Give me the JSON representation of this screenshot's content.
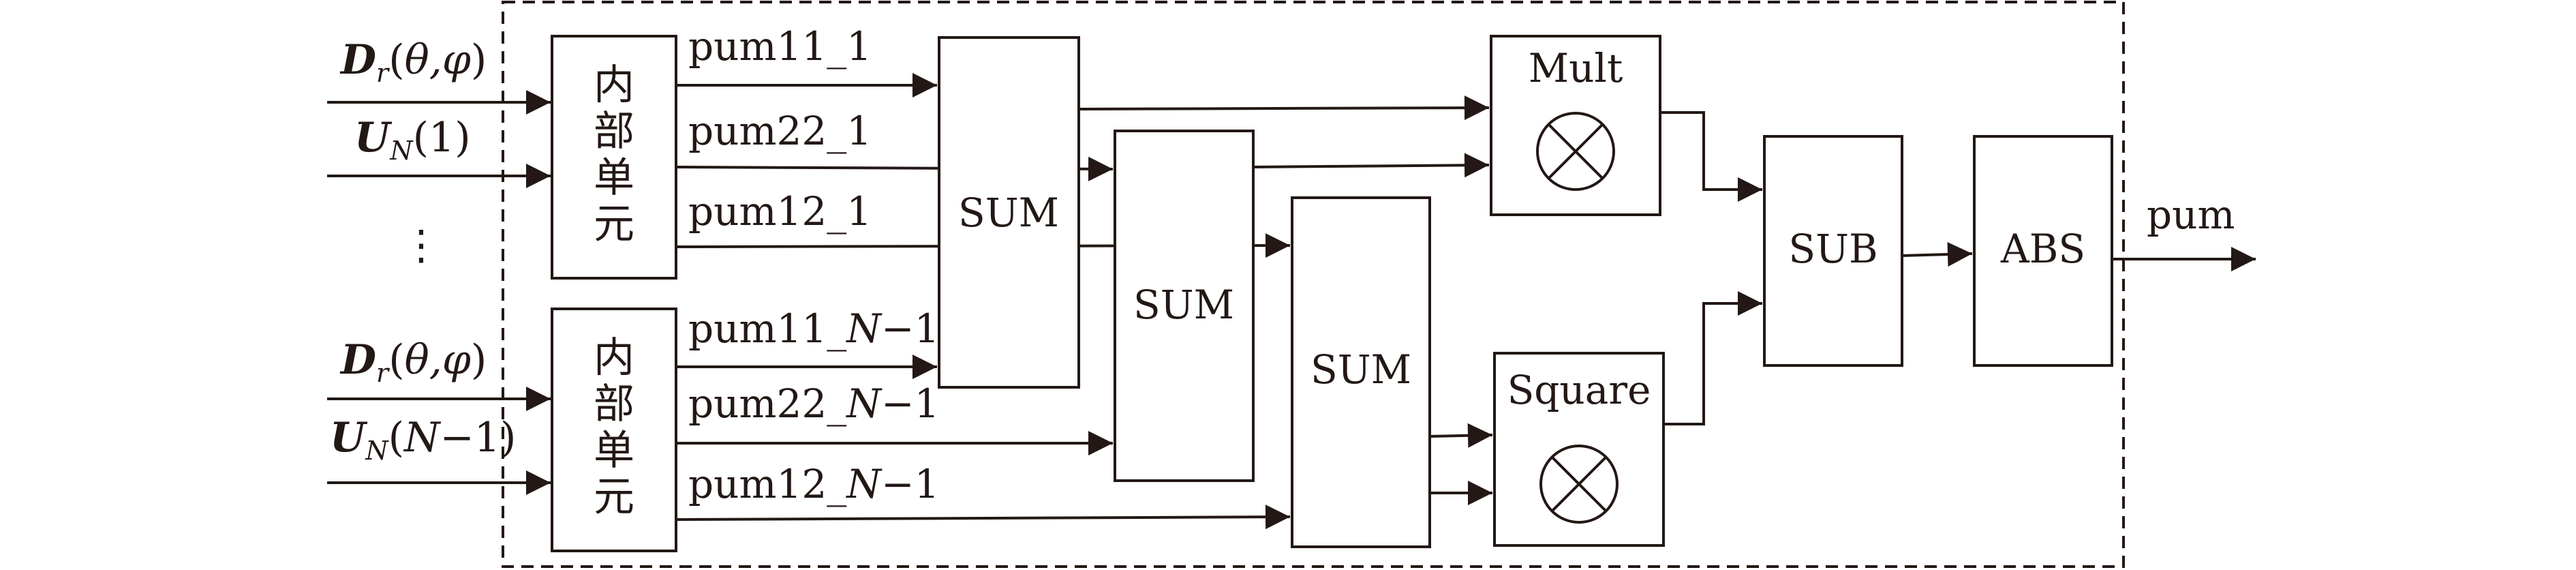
{
  "inputs": {
    "top_d": "θ,φ",
    "top_u": "1",
    "dots": "⋮",
    "bottom_d": "θ,φ",
    "bottom_u": "N−1"
  },
  "units": {
    "top": [
      "内",
      "部",
      "单",
      "元"
    ],
    "bottom": [
      "内",
      "部",
      "单",
      "元"
    ]
  },
  "signals": {
    "top": [
      "pum11_1",
      "pum22_1",
      "pum12_1"
    ],
    "bottom_prefix": [
      "pum11_",
      "pum22_",
      "pum12_"
    ],
    "bottom_suffix": "N−1"
  },
  "blocks": {
    "sum": "SUM",
    "mult": "Mult",
    "square": "Square",
    "sub": "SUB",
    "abs": "ABS"
  },
  "output": "pum",
  "colors": {
    "ink": "#231815",
    "background": "#ffffff"
  }
}
